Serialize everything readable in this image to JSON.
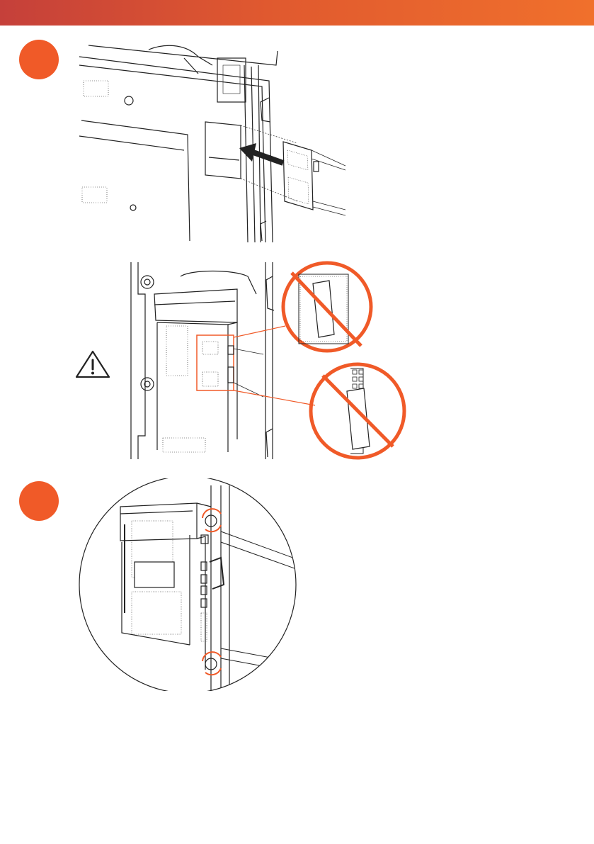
{
  "page": {
    "header_color_start": "#c5403a",
    "header_color_end": "#f0702c",
    "accent": "#f05a28",
    "line_color": "#222222"
  },
  "steps": [
    {
      "icon": "step-dot-1",
      "label": ""
    },
    {
      "icon": "step-dot-2",
      "label": ""
    }
  ],
  "figures": {
    "top": {
      "icon": "insert-module-illustration"
    },
    "middle": {
      "icon": "wrong-orientation-illustration",
      "warning_icon": "warning-triangle-icon",
      "prohibited_icon": "prohibited-icon"
    },
    "bottom": {
      "icon": "tighten-screws-illustration",
      "rotate_icon": "rotate-arrow-icon"
    }
  }
}
